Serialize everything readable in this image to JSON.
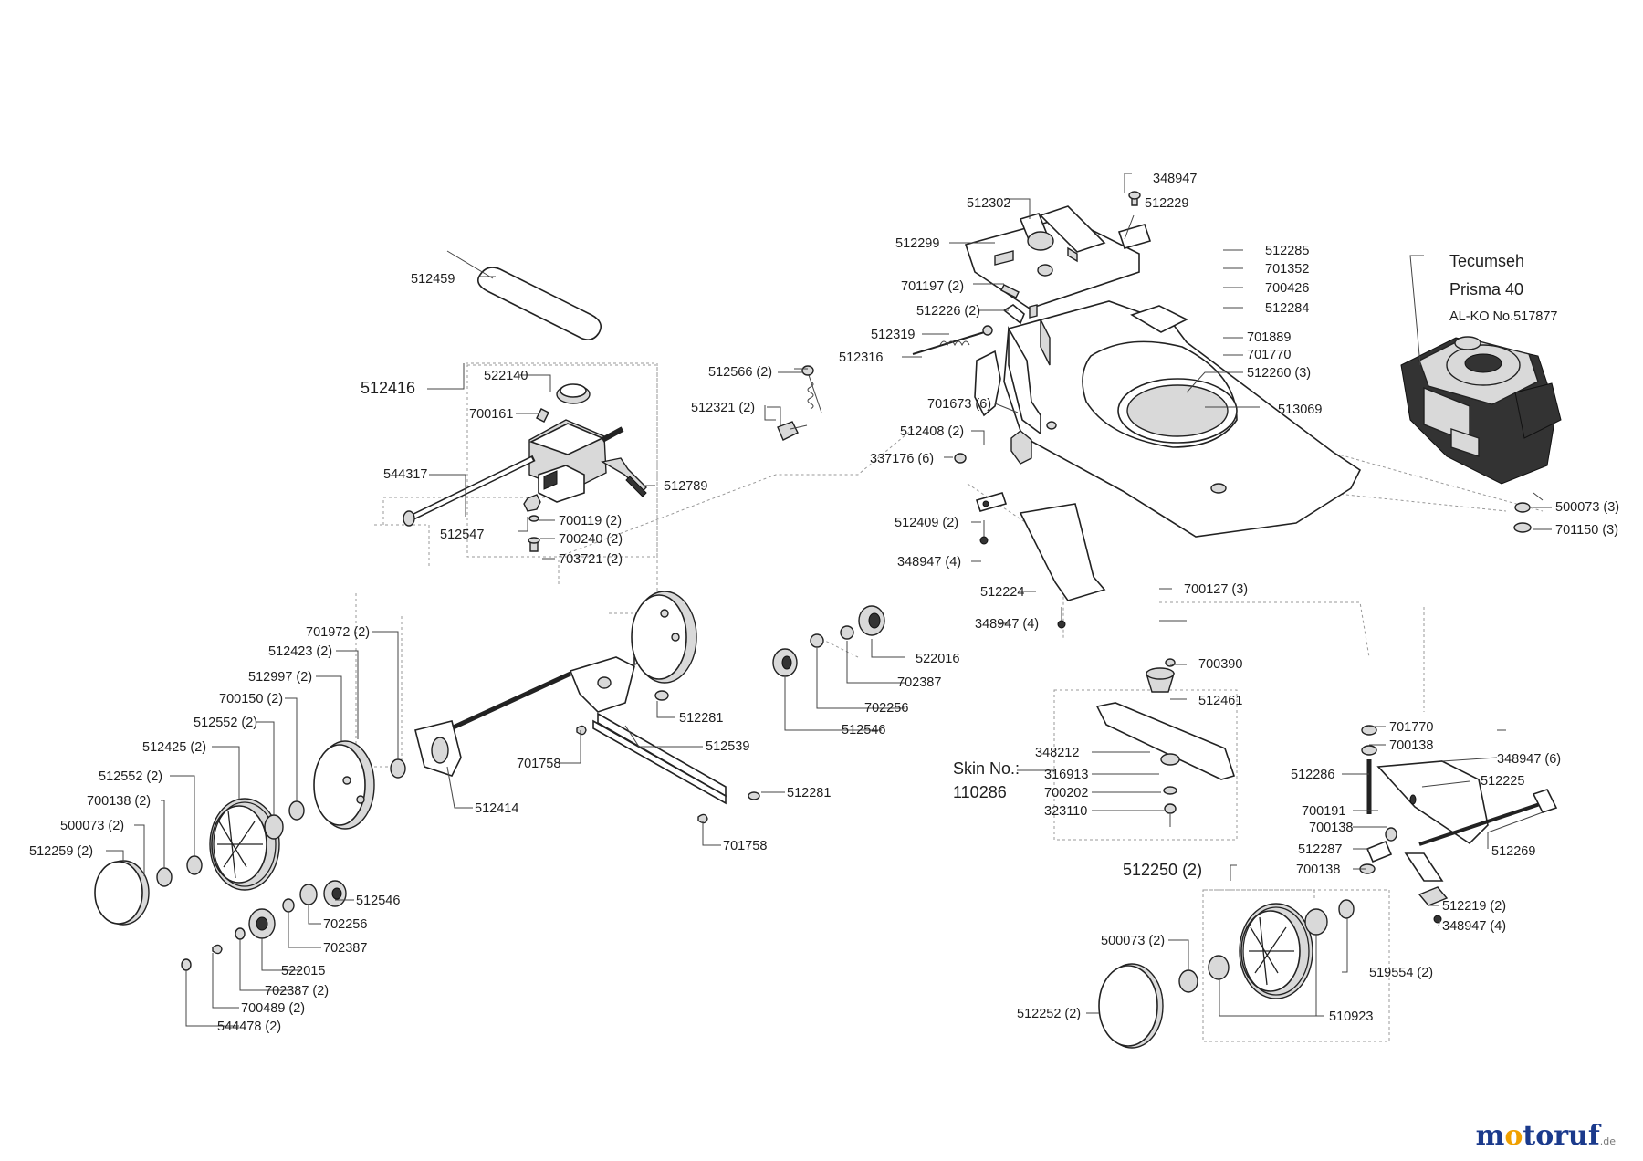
{
  "engine": {
    "brand": "Tecumseh",
    "model": "Prisma 40",
    "alko_no": "AL-KO No.517877"
  },
  "skin": {
    "label": "Skin No.:",
    "number": "110286"
  },
  "labels": {
    "l512459": "512459",
    "l512416": "512416",
    "l522140": "522140",
    "l700161": "700161",
    "l544317": "544317",
    "l512789": "512789",
    "l512547": "512547",
    "l700119": "700119 (2)",
    "l700240": "700240 (2)",
    "l703721": "703721 (2)",
    "l512302": "512302",
    "l348947a": "348947",
    "l512229": "512229",
    "l512299": "512299",
    "l701197": "701197 (2)",
    "l512226": "512226 (2)",
    "l512319": "512319",
    "l512316": "512316",
    "l512566": "512566 (2)",
    "l512321": "512321 (2)",
    "l512285": "512285",
    "l701352": "701352",
    "l700426": "700426",
    "l512284": "512284",
    "l701889": "701889",
    "l701770a": "701770",
    "l512260": "512260 (3)",
    "l513069": "513069",
    "l701673": "701673 (6)",
    "l512408": "512408 (2)",
    "l337176": "337176 (6)",
    "l512409": "512409 (2)",
    "l348947b": "348947 (4)",
    "l512224": "512224",
    "l348947c": "348947 (4)",
    "l700127": "700127 (3)",
    "l500073a": "500073 (3)",
    "l701150": "701150 (3)",
    "l522016": "522016",
    "l702387a": "702387",
    "l702256a": "702256",
    "l512546a": "512546",
    "l512281a": "512281",
    "l701758a": "701758",
    "l512539": "512539",
    "l512281b": "512281",
    "l701758b": "701758",
    "l512414": "512414",
    "l701972": "701972 (2)",
    "l512423": "512423 (2)",
    "l512997": "512997 (2)",
    "l700150": "700150 (2)",
    "l512552a": "512552 (2)",
    "l512425": "512425 (2)",
    "l512552b": "512552 (2)",
    "l700138a": "700138 (2)",
    "l500073b": "500073 (2)",
    "l512259": "512259 (2)",
    "l512546b": "512546",
    "l702256b": "702256",
    "l702387b": "702387",
    "l522015": "522015",
    "l702387c": "702387 (2)",
    "l700489": "700489 (2)",
    "l544478": "544478 (2)",
    "l700390": "700390",
    "l512461": "512461",
    "l348212": "348212",
    "l316913": "316913",
    "l700202": "700202",
    "l323110": "323110",
    "l701770b": "701770",
    "l700138b": "700138",
    "l512286": "512286",
    "l348947d": "348947 (6)",
    "l512225": "512225",
    "l700191": "700191",
    "l700138c": "700138",
    "l512287": "512287",
    "l700138d": "700138",
    "l512269": "512269",
    "l512250": "512250 (2)",
    "l512219": "512219 (2)",
    "l348947e": "348947 (4)",
    "l500073c": "500073 (2)",
    "l519554": "519554 (2)",
    "l512252": "512252 (2)",
    "l510923": "510923"
  },
  "logo": {
    "text_m": "m",
    "text_o": "o",
    "text_rest": "toruf",
    "tld": ".de"
  },
  "colors": {
    "logo_blue": "#1b3a8c",
    "logo_orange": "#f0a000",
    "ink": "#1e1e1e"
  }
}
